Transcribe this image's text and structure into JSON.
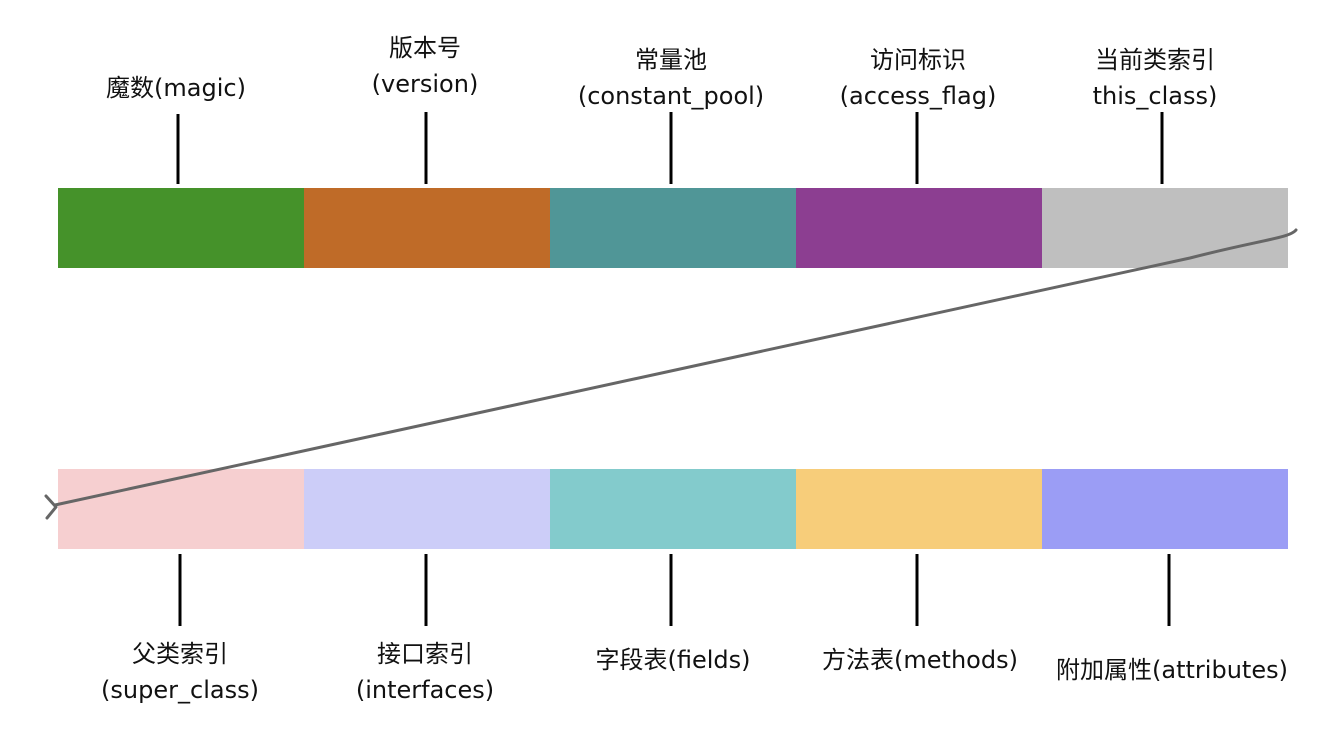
{
  "top_row": [
    {
      "name": "魔数(magic)",
      "color": "#45922a"
    },
    {
      "name": "版本号\n(version)",
      "color": "#bf6b28"
    },
    {
      "name": "常量池\n(constant_pool)",
      "color": "#509697"
    },
    {
      "name": "访问标识\n(access_flag)",
      "color": "#8c3e91"
    },
    {
      "name": "当前类索引\nthis_class)",
      "color": "#bfbfbf"
    }
  ],
  "bottom_row": [
    {
      "name": "父类索引\n(super_class)",
      "color": "#f6cfd0"
    },
    {
      "name": "接口索引\n(interfaces)",
      "color": "#cccdf8"
    },
    {
      "name": "字段表(fields)",
      "color": "#83cbcc"
    },
    {
      "name": "方法表(methods)",
      "color": "#f7cd7a"
    },
    {
      "name": "附加属性(attributes)",
      "color": "#9b9df5"
    }
  ],
  "connector_color": "#666666"
}
